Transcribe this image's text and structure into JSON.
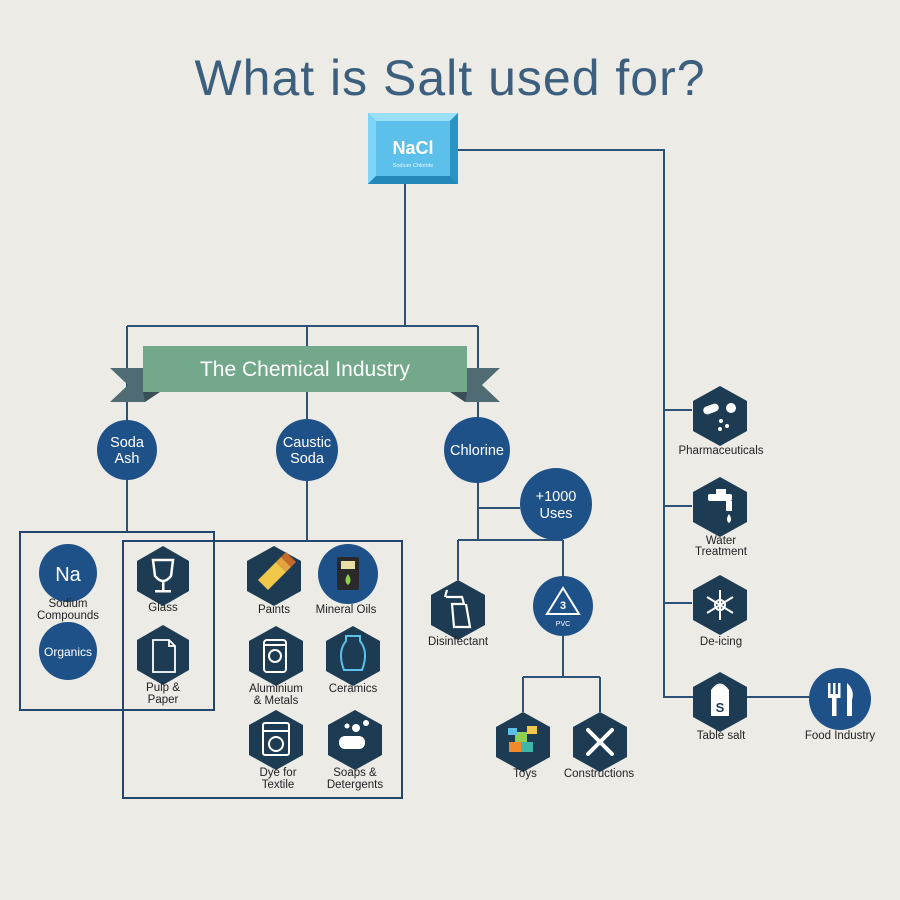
{
  "title": "What is Salt used for?",
  "nacl": {
    "formula": "NaCl",
    "subtitle": "Sodium Chloride"
  },
  "banner": {
    "label": "The Chemical Industry"
  },
  "branches": {
    "soda_ash": {
      "line1": "Soda",
      "line2": "Ash"
    },
    "caustic_soda": {
      "line1": "Caustic",
      "line2": "Soda"
    },
    "chlorine": {
      "label": "Chlorine"
    },
    "uses": {
      "line1": "+1000",
      "line2": "Uses"
    }
  },
  "soda_ash_items": {
    "na": {
      "symbol": "Na",
      "line1": "Sodium",
      "line2": "Compounds"
    },
    "organics": {
      "label": "Organics"
    },
    "glass": {
      "label": "Glass"
    },
    "pulp": {
      "line1": "Pulp &",
      "line2": "Paper"
    }
  },
  "caustic_items": {
    "paints": {
      "label": "Paints"
    },
    "mineral_oils": {
      "label": "Mineral Oils"
    },
    "aluminium": {
      "line1": "Aluminium",
      "line2": "& Metals"
    },
    "ceramics": {
      "label": "Ceramics"
    },
    "dye": {
      "line1": "Dye for",
      "line2": "Textile"
    },
    "soaps": {
      "line1": "Soaps &",
      "line2": "Detergents"
    }
  },
  "chlorine_items": {
    "disinfectant": {
      "label": "Disinfectant"
    },
    "pvc": {
      "number": "3",
      "label": "PVC"
    },
    "toys": {
      "label": "Toys"
    },
    "constructions": {
      "label": "Constructions"
    }
  },
  "direct_uses": {
    "pharmaceuticals": {
      "label": "Pharmaceuticals"
    },
    "water": {
      "line1": "Water",
      "line2": "Treatment"
    },
    "deicing": {
      "label": "De-icing"
    },
    "table_salt": {
      "label": "Table salt",
      "icon_letter": "S"
    },
    "food": {
      "label": "Food Industry"
    }
  },
  "colors": {
    "title": "#3d5f7e",
    "line": "#2e5175",
    "hexagon": "#1d3b52",
    "circle": "#1f5189",
    "banner": "#73a98a",
    "banner_tail": "#4f6b73",
    "nacl": "#5cc0ea"
  }
}
